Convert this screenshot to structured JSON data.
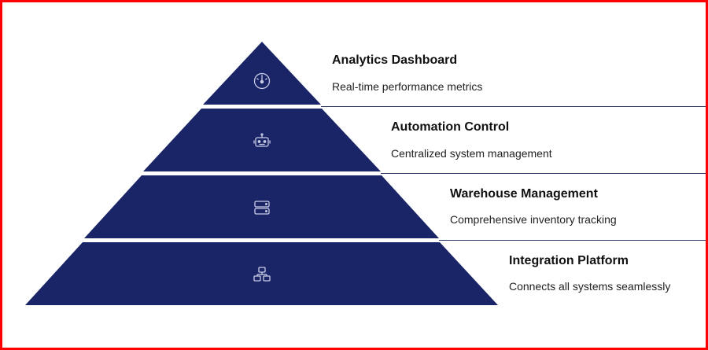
{
  "diagram": {
    "type": "pyramid",
    "colors": {
      "tier_fill": "#1a2567",
      "connector_line": "#2a3760",
      "icon_stroke": "#c9cde6",
      "frame": "#ff0000"
    },
    "tiers": [
      {
        "title": "Analytics Dashboard",
        "description": "Real-time performance metrics",
        "icon": "gauge-icon"
      },
      {
        "title": "Automation Control",
        "description": "Centralized system management",
        "icon": "robot-icon"
      },
      {
        "title": "Warehouse Management",
        "description": "Comprehensive inventory tracking",
        "icon": "server-icon"
      },
      {
        "title": "Integration Platform",
        "description": "Connects all systems seamlessly",
        "icon": "network-icon"
      }
    ]
  }
}
